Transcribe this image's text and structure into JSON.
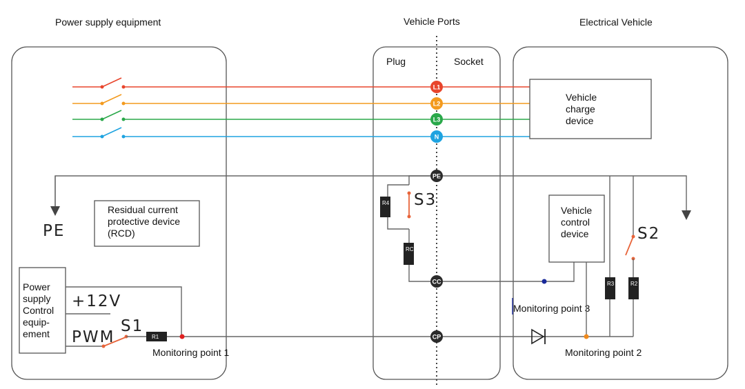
{
  "sections": {
    "supply": "Power supply equipment",
    "ports": "Vehicle  Ports",
    "vehicle": "Electrical Vehicle"
  },
  "ports": {
    "plug": "Plug",
    "socket": "Socket"
  },
  "pins": {
    "l1": "L1",
    "l2": "L2",
    "l3": "L3",
    "n": "N",
    "pe": "PE",
    "cc": "CC",
    "cp": "CP"
  },
  "pe_ground": "PE",
  "rcd": {
    "line1": "Residual current",
    "line2": "protective device",
    "line3": "(RCD)"
  },
  "control": {
    "line1": "Power",
    "line2": "supply",
    "line3": "Control",
    "line4": "equip-",
    "line5": "ement"
  },
  "signals": {
    "v12": "+12V",
    "pwm": "PWM"
  },
  "switches": {
    "s1": "S1",
    "s2": "S2",
    "s3": "S3"
  },
  "resistors": {
    "r1": "R1",
    "r2": "R2",
    "r3": "R3",
    "r4": "R4",
    "rc": "RC"
  },
  "charge_device": {
    "line1": "Vehicle",
    "line2": "charge",
    "line3": "device"
  },
  "control_device": {
    "line1": "Vehicle",
    "line2": "control",
    "line3": "device"
  },
  "monitoring": {
    "p1": "Monitoring point 1",
    "p2": "Monitoring point 2",
    "p3": "Monitoring point 3"
  },
  "colors": {
    "l1": "#e8452c",
    "l2": "#f39a1e",
    "l3": "#2aa84a",
    "n": "#1ea3e0",
    "pin_dark": "#2b2b2b",
    "switch": "#e8643a",
    "monitor_red": "#e02020",
    "monitor_orange": "#f08a1c",
    "monitor_blue": "#1a2a9a"
  }
}
